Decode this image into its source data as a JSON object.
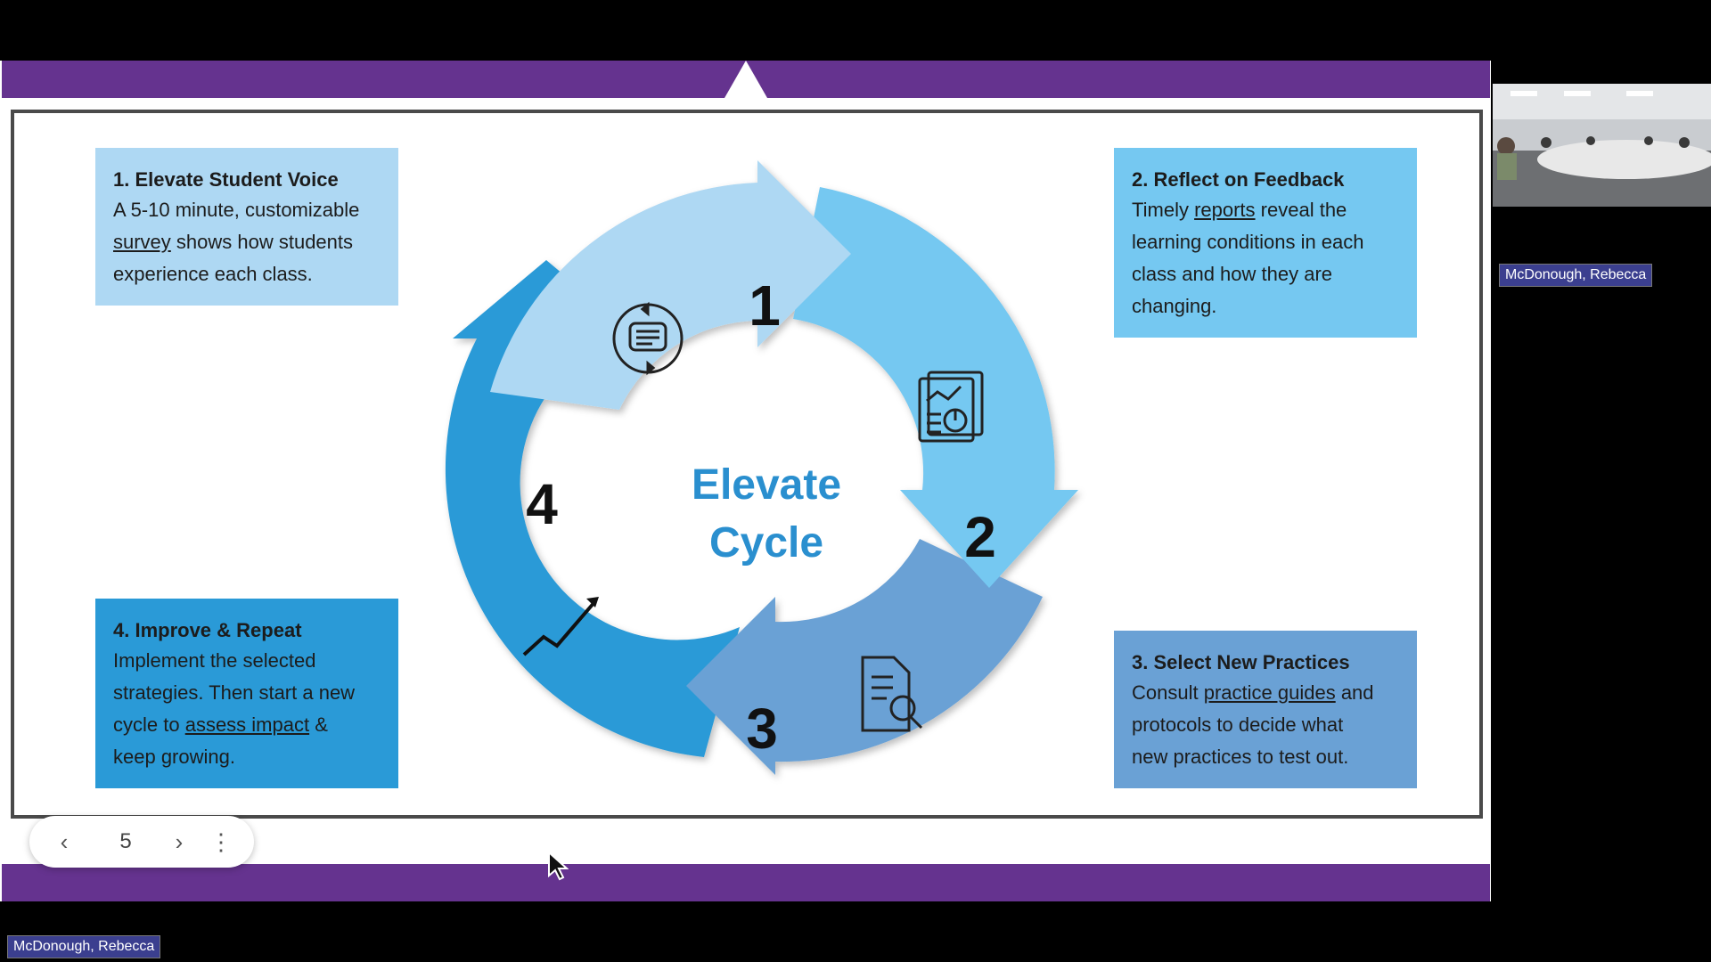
{
  "slide": {
    "boxes": {
      "b1": {
        "title": "1. Elevate Student Voice",
        "t1": "A 5-10 minute, customizable",
        "link": "survey",
        "t2": " shows how students",
        "t3": "experience each class."
      },
      "b2": {
        "title": "2. Reflect on Feedback",
        "t1": "Timely ",
        "link": "reports",
        "t2": " reveal the",
        "t3": "learning conditions in each",
        "t4": "class and how they are",
        "t5": "changing."
      },
      "b3": {
        "title": "3. Select New Practices",
        "t1": "Consult ",
        "link": "practice guides",
        "t2": " and",
        "t3": "protocols to decide what",
        "t4": "new practices to test out."
      },
      "b4": {
        "title": "4. Improve & Repeat",
        "t1": "Implement the selected",
        "t2": "strategies. Then start a new",
        "t3": "cycle to ",
        "link": "assess impact",
        "t4": " &",
        "t5": "keep growing."
      }
    },
    "cycle": {
      "center_line1": "Elevate",
      "center_line2": "Cycle",
      "n1": "1",
      "n2": "2",
      "n3": "3",
      "n4": "4"
    },
    "colors": {
      "purple_bar": "#65338f",
      "step1": "#aed8f3",
      "step2": "#75c8f1",
      "step3": "#6aa1d5",
      "step4": "#2a9ad7",
      "center_text": "#2a8fcf"
    }
  },
  "nav": {
    "page": "5",
    "prev_icon": "chevron-left-icon",
    "next_icon": "chevron-right-icon",
    "more_icon": "more-vertical-icon"
  },
  "participants": {
    "video_name": "McDonough, Rebecca",
    "bottom_name": "McDonough, Rebecca"
  }
}
